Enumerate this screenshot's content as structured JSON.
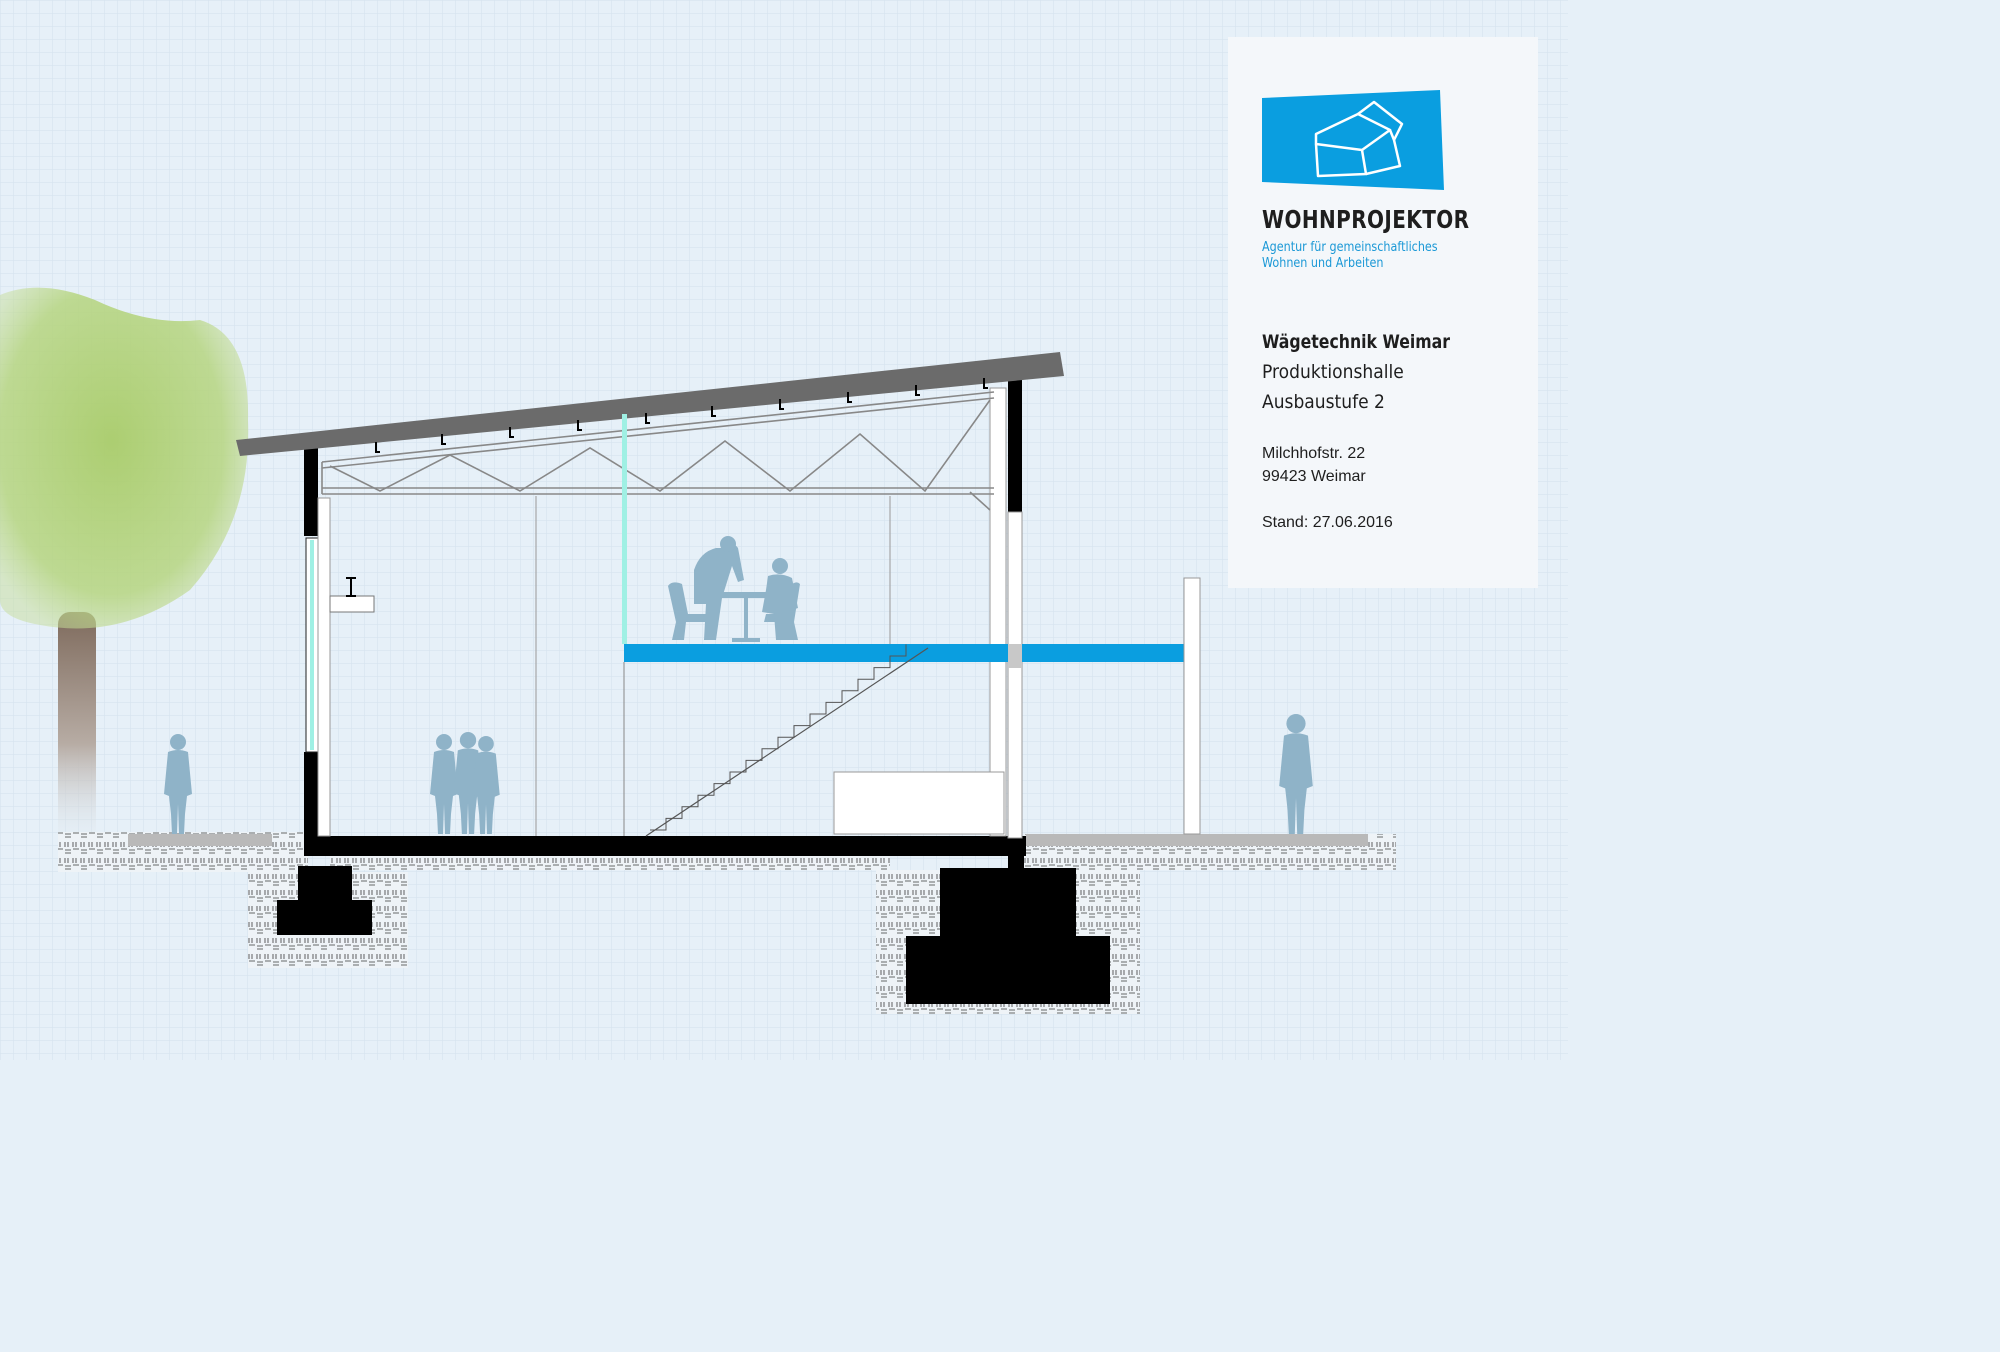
{
  "brand": {
    "name": "WOHNPROJEKTOR",
    "tagline_line1": "Agentur für gemeinschaftliches",
    "tagline_line2": "Wohnen und Arbeiten",
    "logo_icon": "house-outline-icon",
    "accent_color": "#0a9ee0"
  },
  "project": {
    "title": "Wägetechnik Weimar",
    "subtitle_line1": "Produktionshalle",
    "subtitle_line2": "Ausbaustufe 2",
    "street": "Milchhofstr. 22",
    "city": "99423 Weimar",
    "date": "Stand: 27.06.2016"
  },
  "colors": {
    "background": "#e6f0f8",
    "grid": "#d2e0ec",
    "roof": "#6b6b6b",
    "structure": "#000000",
    "floor_accent": "#0a9ee0",
    "people": "#8fb3c8",
    "tree_crown": "#b4d27a",
    "tree_trunk": "#8c7a6a"
  }
}
